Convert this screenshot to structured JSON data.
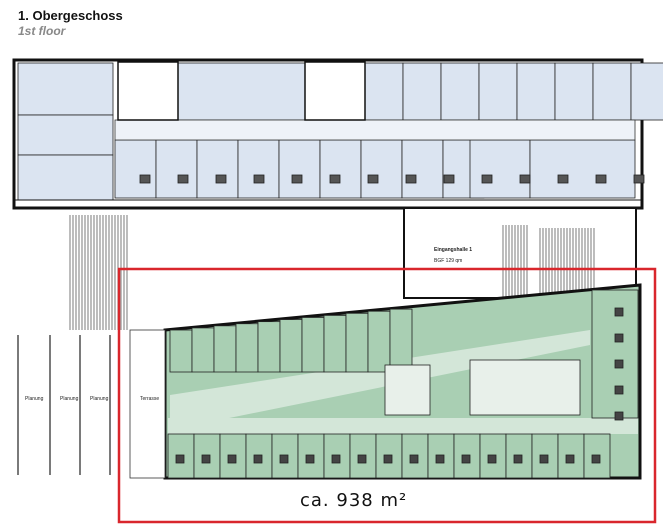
{
  "header": {
    "title": "1. Obergeschoss",
    "subtitle": "1st floor"
  },
  "labels": {
    "entrance_hall": "Eingangshalle 1",
    "entrance_area": "BGF 129 qm",
    "planning": "Planung",
    "terrace": "Terrasse"
  },
  "highlight": {
    "area_label": "ca. 938 m²",
    "color": "#d9262c",
    "fill": "#a9cfb3"
  },
  "colors": {
    "upper_rooms": "#dbe4f1",
    "corridor": "#eef2f8",
    "green_rooms": "#a9cfb3",
    "green_corridor": "#d3e6d8"
  }
}
